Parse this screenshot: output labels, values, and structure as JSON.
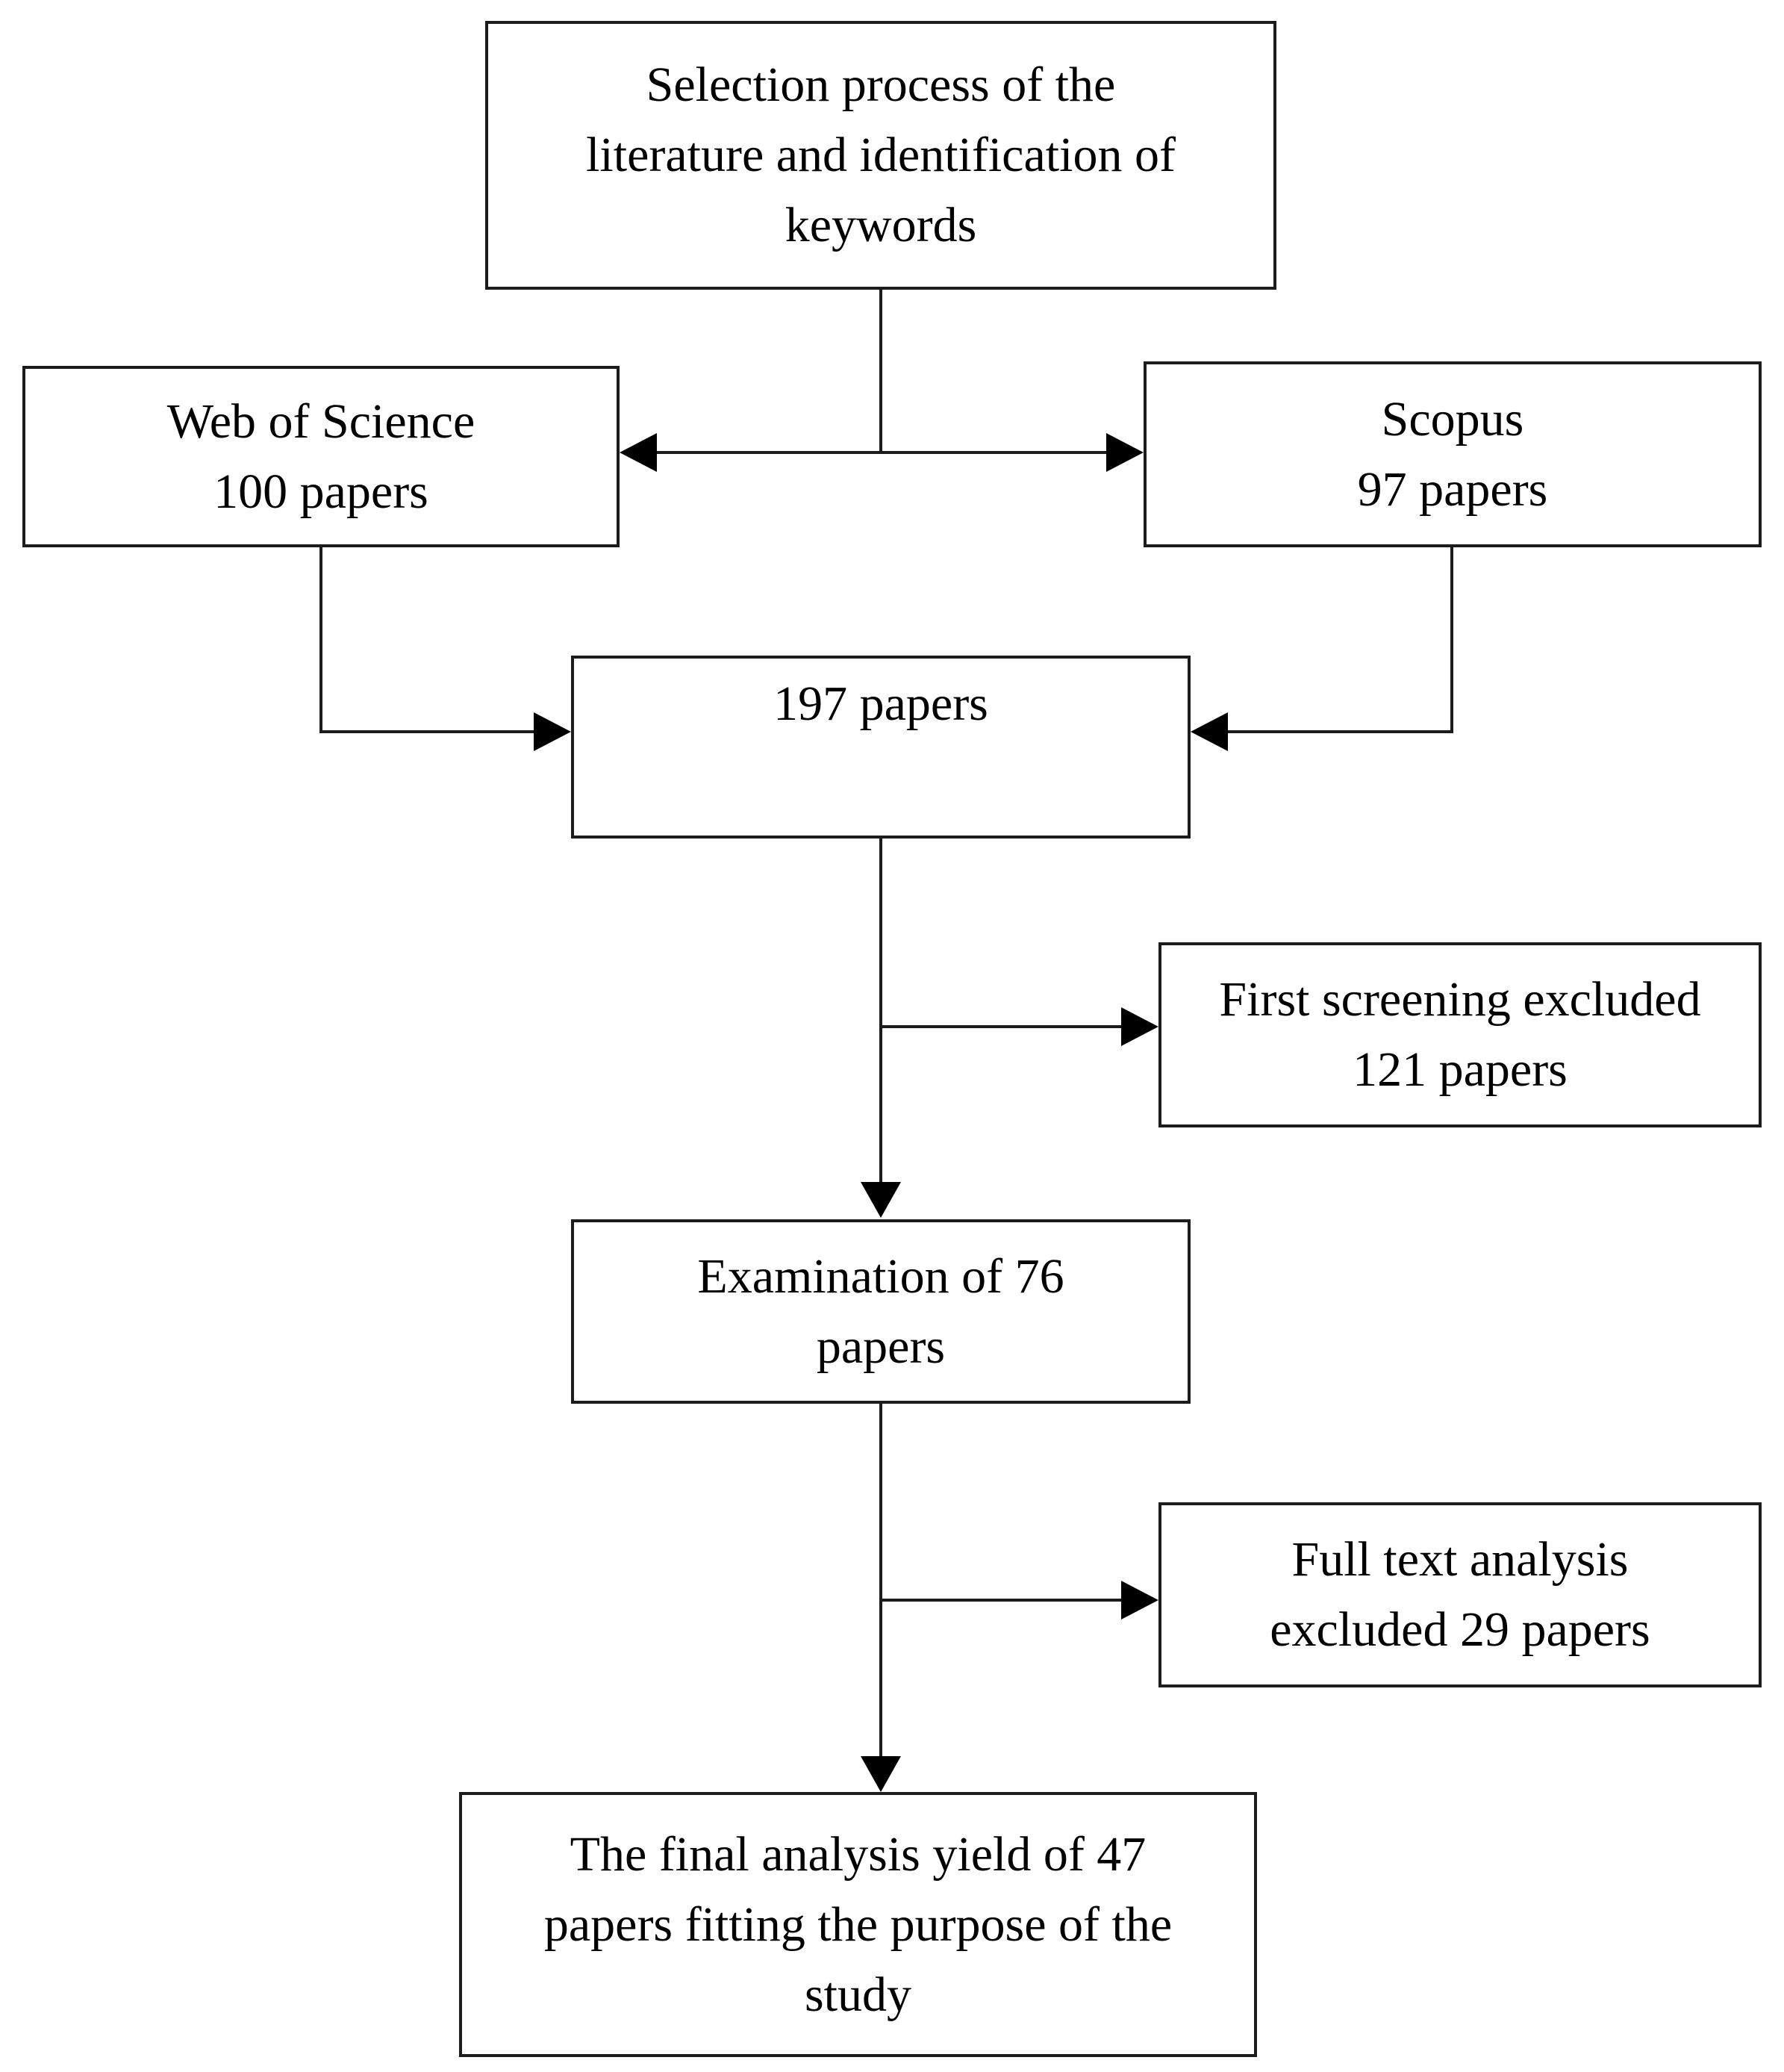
{
  "diagram": {
    "colors": {
      "background": "#ffffff",
      "stroke": "#1c1c1c",
      "arrow": "#000000",
      "text": "#000000"
    },
    "boxes": {
      "selection_process": {
        "text": "Selection process of the\nliterature and identification of\nkeywords"
      },
      "web_of_science": {
        "text": "Web of Science\n100 papers"
      },
      "scopus": {
        "text": "Scopus\n97 papers"
      },
      "merged": {
        "text": "197 papers"
      },
      "first_screening": {
        "text": "First screening excluded\n121 papers"
      },
      "examination": {
        "text": "Examination of 76\npapers"
      },
      "full_text": {
        "text": "Full text analysis\nexcluded 29 papers"
      },
      "final_analysis": {
        "text": "The final analysis yield of 47\npapers fitting the purpose of the\nstudy"
      }
    }
  }
}
